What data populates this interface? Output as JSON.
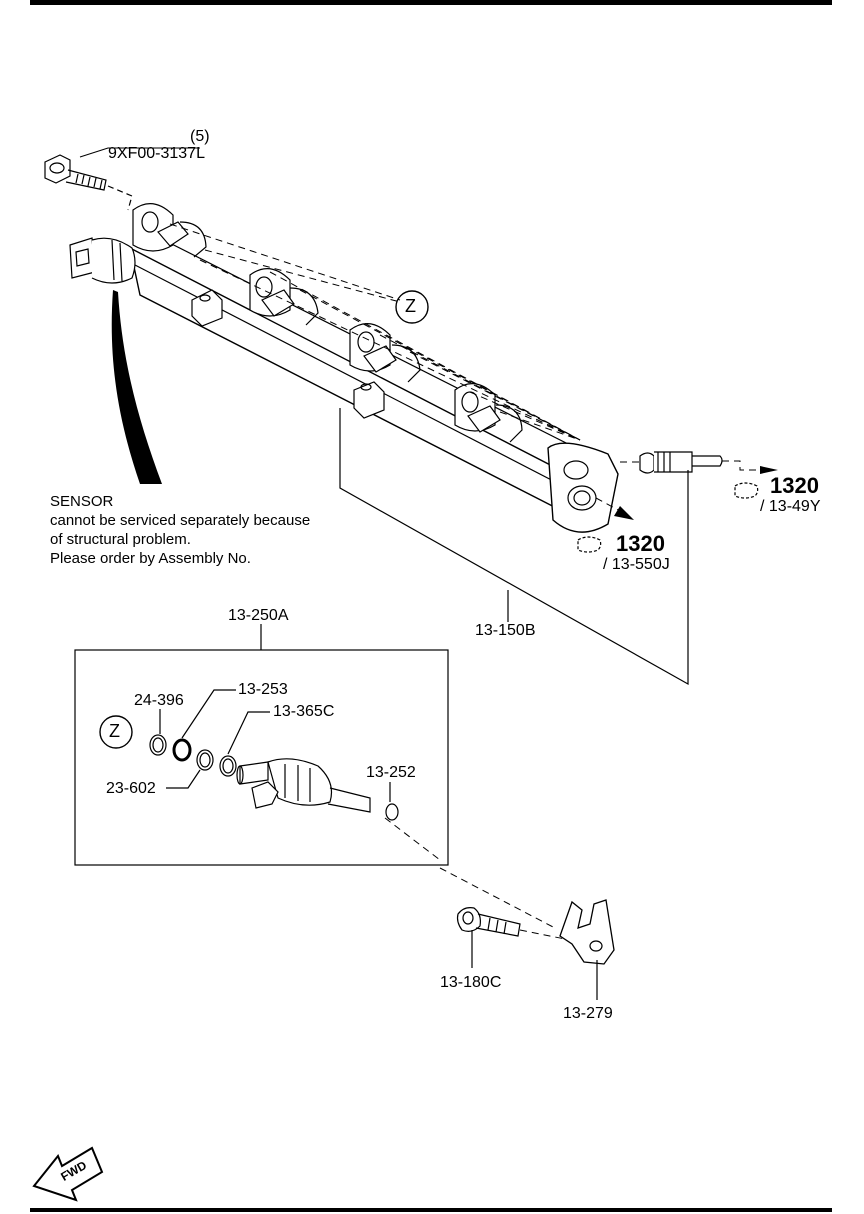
{
  "parts": {
    "bolt_top": {
      "qty": "(5)",
      "number": "9XF00-3137L"
    },
    "zone_marker": "Z",
    "fuel_rail": "13-150B",
    "injector_assembly": "13-250A",
    "ring_24_396": "24-396",
    "ring_13_253": "13-253",
    "ring_13_365c": "13-365C",
    "ring_23_602": "23-602",
    "clip_13_252": "13-252",
    "bolt_13_180c": "13-180C",
    "bracket_13_279": "13-279"
  },
  "references": {
    "pipe_connector": {
      "group": "1320",
      "number": "/ 13-49Y"
    },
    "rail_outlet": {
      "group": "1320",
      "number": "/ 13-550J"
    }
  },
  "sensor_note": {
    "title": "SENSOR",
    "line1": "cannot be serviced separately because",
    "line2": "of structural problem.",
    "line3": "Please order by Assembly No."
  },
  "fwd_label": "FWD"
}
